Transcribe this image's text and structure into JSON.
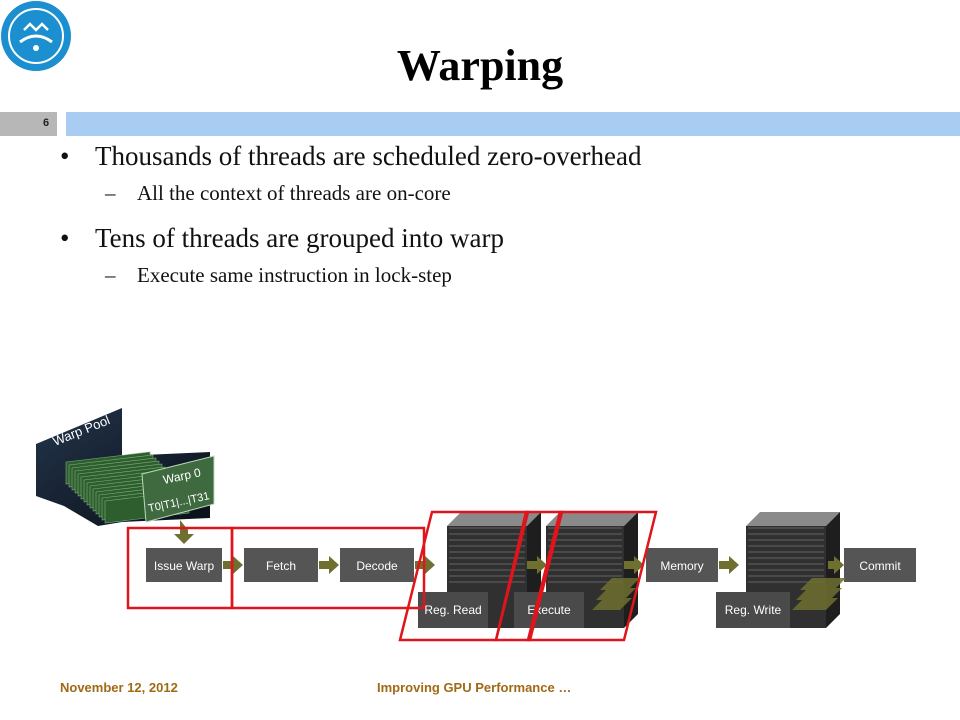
{
  "slide": {
    "title": "Warping",
    "number": "6",
    "bullets": [
      {
        "text": "Thousands of threads are scheduled zero-overhead",
        "sub": "All the context of threads are on-core"
      },
      {
        "text": "Tens of threads are grouped into warp",
        "sub": "Execute same instruction in lock-step"
      }
    ]
  },
  "diagram": {
    "warp_pool_label": "Warp Pool",
    "warp_label": "Warp 0",
    "threads_label": "T0|T1|...|T31",
    "stages": {
      "issue": "Issue Warp",
      "fetch": "Fetch",
      "decode": "Decode",
      "reg_read": "Reg. Read",
      "execute": "Execute",
      "memory": "Memory",
      "reg_write": "Reg. Write",
      "commit": "Commit"
    }
  },
  "footer": {
    "date": "November 12, 2012",
    "title": "Improving GPU Performance …"
  },
  "colors": {
    "header_bar": "#a9cdf2",
    "slide_num_box": "#b7b7b7",
    "footer_text": "#a06a14",
    "highlight": "#e0141b",
    "arrow": "#6f6f30",
    "logo": "#1b8fcf"
  }
}
